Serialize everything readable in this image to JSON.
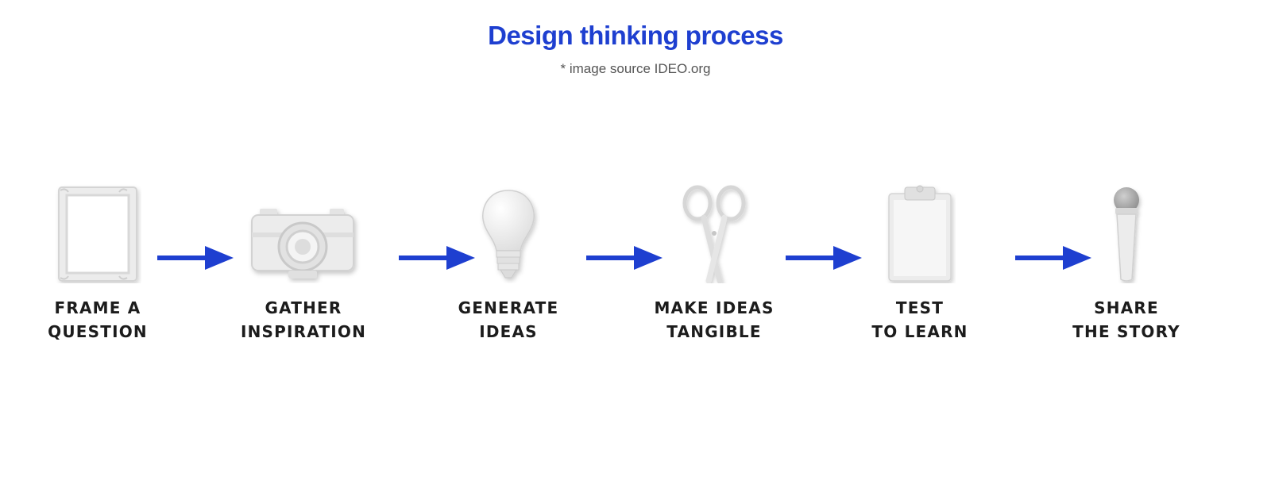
{
  "header": {
    "title": "Design thinking process",
    "subtitle": "* image source IDEO.org"
  },
  "colors": {
    "accent": "#1e3fd0",
    "label": "#1c1c1c",
    "subtitle": "#555555",
    "object": "#e9e9e9"
  },
  "steps": [
    {
      "icon": "picture-frame-icon",
      "line1": "FRAME A",
      "line2": "QUESTION"
    },
    {
      "icon": "camera-icon",
      "line1": "GATHER",
      "line2": "INSPIRATION"
    },
    {
      "icon": "light-bulb-icon",
      "line1": "GENERATE",
      "line2": "IDEAS"
    },
    {
      "icon": "scissors-icon",
      "line1": "MAKE IDEAS",
      "line2": "TANGIBLE"
    },
    {
      "icon": "clipboard-icon",
      "line1": "TEST",
      "line2": "TO LEARN"
    },
    {
      "icon": "microphone-icon",
      "line1": "SHARE",
      "line2": "THE STORY"
    }
  ],
  "connector_icon": "right-arrow-icon"
}
